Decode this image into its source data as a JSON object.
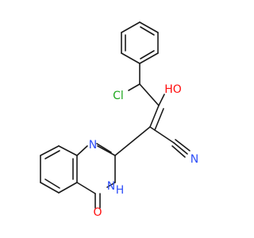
{
  "molecule": {
    "atoms": {
      "oh": {
        "label": "HO",
        "color": "#ff0d0d"
      },
      "cl": {
        "label": "Cl",
        "color": "#1fa81f"
      },
      "n_top": {
        "label": "N",
        "color": "#3050f8"
      },
      "n_nitrile": {
        "label": "N",
        "color": "#3050f8"
      },
      "nh": {
        "label": "N",
        "sublabel": "H",
        "color": "#3050f8"
      },
      "o_carbonyl": {
        "label": "O",
        "color": "#ff0d0d"
      }
    },
    "bond_color": "#1a1a1a"
  }
}
